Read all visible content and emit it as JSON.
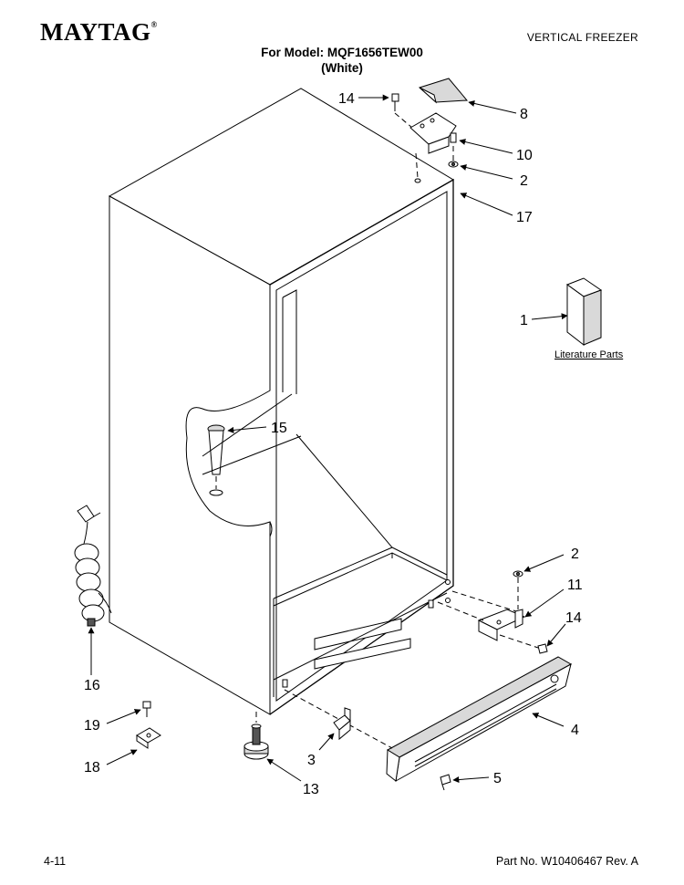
{
  "header": {
    "brand": "MAYTAG",
    "brand_mark": "®",
    "doc_type": "VERTICAL FREEZER",
    "model_line": "For Model: MQF1656TEW00",
    "color_line": "(White)"
  },
  "callouts": [
    {
      "id": "c14a",
      "label": "14"
    },
    {
      "id": "c8",
      "label": "8"
    },
    {
      "id": "c10",
      "label": "10"
    },
    {
      "id": "c2a",
      "label": "2"
    },
    {
      "id": "c17",
      "label": "17"
    },
    {
      "id": "c1",
      "label": "1"
    },
    {
      "id": "c15",
      "label": "15"
    },
    {
      "id": "c2b",
      "label": "2"
    },
    {
      "id": "c11",
      "label": "11"
    },
    {
      "id": "c14b",
      "label": "14"
    },
    {
      "id": "c16",
      "label": "16"
    },
    {
      "id": "c4",
      "label": "4"
    },
    {
      "id": "c19",
      "label": "19"
    },
    {
      "id": "c3",
      "label": "3"
    },
    {
      "id": "c18",
      "label": "18"
    },
    {
      "id": "c5",
      "label": "5"
    },
    {
      "id": "c13",
      "label": "13"
    }
  ],
  "literature_label": "Literature Parts",
  "footer": {
    "page": "4-11",
    "part_no": "Part No. W10406467 Rev. A"
  }
}
